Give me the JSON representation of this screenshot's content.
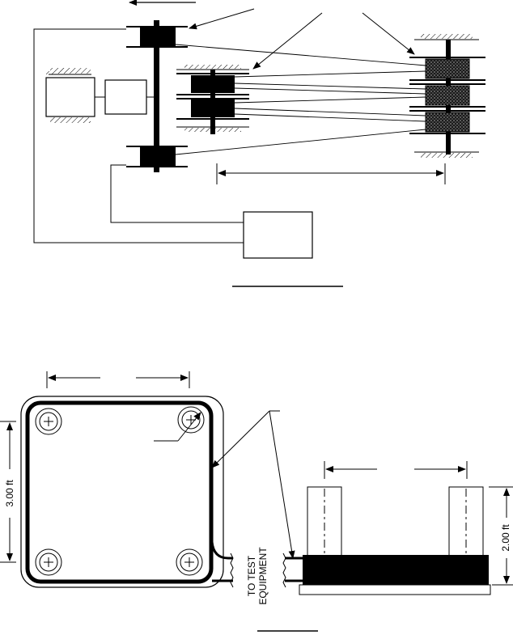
{
  "colors": {
    "ink": "#000000",
    "background": "#ffffff",
    "core_stipple": "#2b2b2b"
  },
  "lower_figure": {
    "height_label": "3.00 ft",
    "right_height_label": "2.00 ft",
    "test_equipment_line1": "TO TEST",
    "test_equipment_line2": "EQUIPMENT"
  },
  "icons": [
    "ground-hatch-icon",
    "leader-arrow-icon",
    "crosshair-bolt-icon",
    "break-symbol-icon"
  ]
}
